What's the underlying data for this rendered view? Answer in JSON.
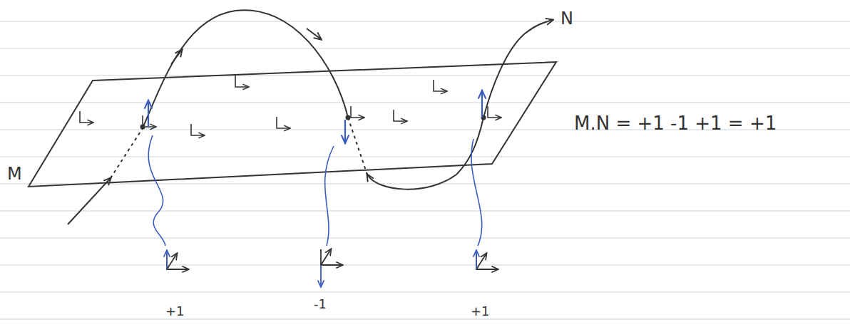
{
  "diagram": {
    "labels": [
      "M",
      "N",
      "M.N = +1 -1 +1 = +1",
      "+1",
      "-1",
      "+1"
    ]
  }
}
